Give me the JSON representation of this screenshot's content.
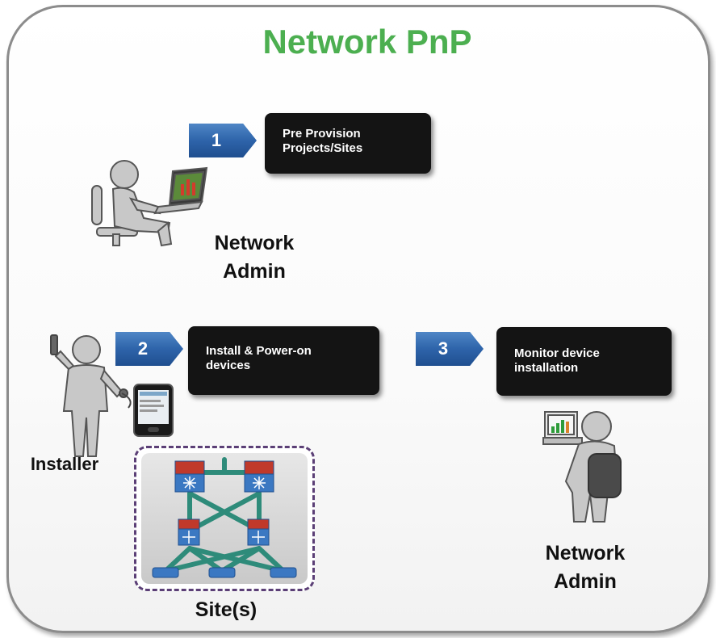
{
  "title": "Network PnP",
  "steps": [
    {
      "number": "1",
      "label_line1": "Pre Provision",
      "label_line2": "Projects/Sites"
    },
    {
      "number": "2",
      "label_line1": "Install & Power-on",
      "label_line2": "devices"
    },
    {
      "number": "3",
      "label_line1": "Monitor device",
      "label_line2": "installation"
    }
  ],
  "roles": {
    "admin_top_line1": "Network",
    "admin_top_line2": "Admin",
    "installer": "Installer",
    "site": "Site(s)",
    "admin_bottom_line1": "Network",
    "admin_bottom_line2": "Admin"
  },
  "colors": {
    "title": "#4caf50",
    "step_arrow": "#2e64aa",
    "step_box": "#141414",
    "site_border": "#5b3f76"
  },
  "icons": [
    "admin-at-laptop-icon",
    "installer-person-icon",
    "mobile-phone-icon",
    "network-topology-icon",
    "admin-monitoring-icon"
  ]
}
